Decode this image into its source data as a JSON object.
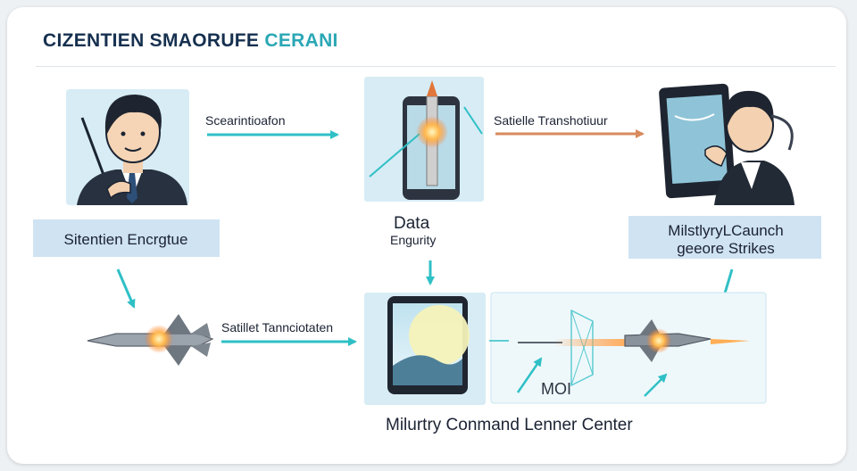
{
  "header": {
    "title_main": "CIZENTIEN SMAORUFE ",
    "title_accent": "CERANI"
  },
  "nodes": {
    "scientist_label": "Sitentien Encrgtue",
    "data_title": "Data",
    "data_sub": "Engurity",
    "military_launch_line1": "MilstlyryLCaunch",
    "military_launch_line2": "geeore Strikes",
    "command_center_label": "Milurtry Conmand Lenner Center",
    "m_label": "MOI"
  },
  "arrows": {
    "arrow1_label": "Scearintioafon",
    "arrow2_label": "Satielle Transhotiuur",
    "arrow3_label": "Satillet Tannciotaten"
  },
  "colors": {
    "teal": "#2fc0c6",
    "orange": "#d98a5c",
    "navy": "#16304f",
    "panel": "#cfe3f2"
  }
}
